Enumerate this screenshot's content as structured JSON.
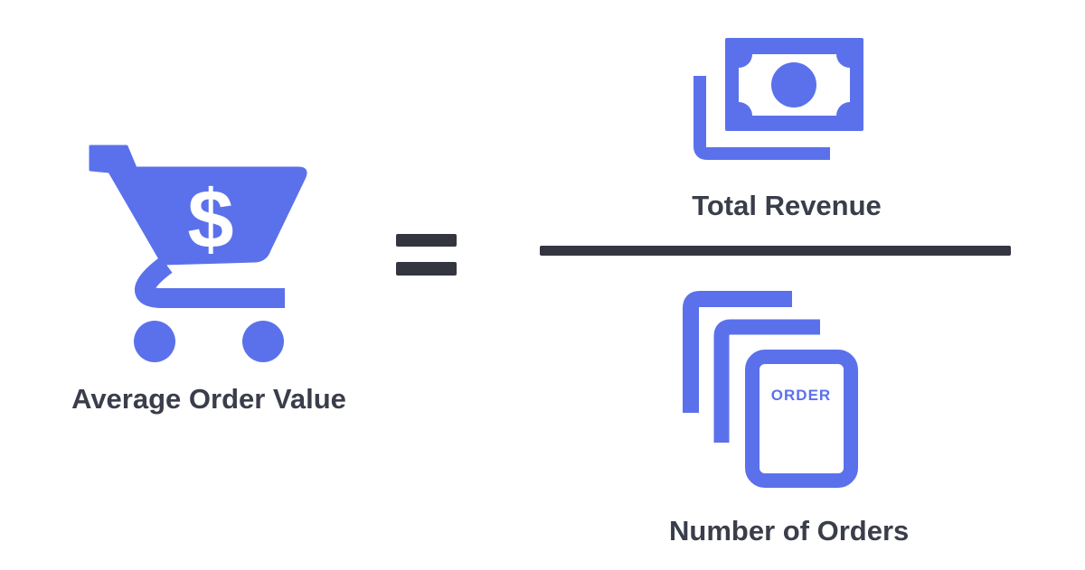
{
  "formula": {
    "result": {
      "label": "Average Order Value",
      "symbol": "$"
    },
    "operator": {
      "symbol": "="
    },
    "numerator": {
      "label": "Total Revenue"
    },
    "denominator": {
      "label": "Number of Orders",
      "document_text": "ORDER"
    }
  },
  "icons": {
    "result": "shopping-cart-dollar-icon",
    "numerator": "money-bills-icon",
    "denominator": "order-documents-icon"
  },
  "colors": {
    "accent": "#5B71EB",
    "ink": "#33353F",
    "label-text": "#3A3D4A",
    "background": "#FFFFFF"
  }
}
